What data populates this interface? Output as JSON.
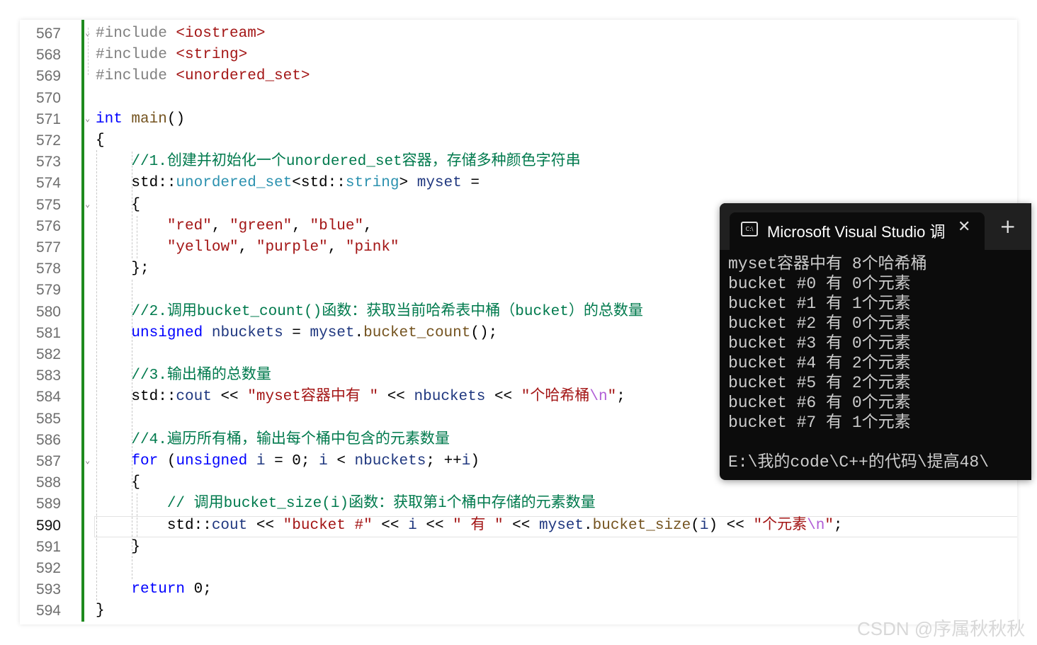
{
  "editor": {
    "current_line": 590,
    "lines": [
      {
        "n": 567,
        "fold": true,
        "tokens": [
          [
            "#include ",
            "pp"
          ],
          [
            "<iostream>",
            "s"
          ]
        ]
      },
      {
        "n": 568,
        "tokens": [
          [
            "#include ",
            "pp"
          ],
          [
            "<string>",
            "s"
          ]
        ]
      },
      {
        "n": 569,
        "tokens": [
          [
            "#include ",
            "pp"
          ],
          [
            "<unordered_set>",
            "s"
          ]
        ]
      },
      {
        "n": 570,
        "tokens": []
      },
      {
        "n": 571,
        "fold": true,
        "tokens": [
          [
            "int",
            "k"
          ],
          [
            " ",
            "p"
          ],
          [
            "main",
            "f"
          ],
          [
            "()",
            "p"
          ]
        ]
      },
      {
        "n": 572,
        "tokens": [
          [
            "{",
            "p"
          ]
        ]
      },
      {
        "n": 573,
        "tokens": [
          [
            "    ",
            "p"
          ],
          [
            "//1.创建并初始化一个unordered_set容器，存储多种颜色字符串",
            "c"
          ]
        ]
      },
      {
        "n": 574,
        "tokens": [
          [
            "    std::",
            "p"
          ],
          [
            "unordered_set",
            "t"
          ],
          [
            "<std::",
            "p"
          ],
          [
            "string",
            "t"
          ],
          [
            "> ",
            "p"
          ],
          [
            "myset",
            "v"
          ],
          [
            " =",
            "p"
          ]
        ]
      },
      {
        "n": 575,
        "fold": true,
        "tokens": [
          [
            "    {",
            "p"
          ]
        ]
      },
      {
        "n": 576,
        "tokens": [
          [
            "        ",
            "p"
          ],
          [
            "\"red\"",
            "s"
          ],
          [
            ", ",
            "p"
          ],
          [
            "\"green\"",
            "s"
          ],
          [
            ", ",
            "p"
          ],
          [
            "\"blue\"",
            "s"
          ],
          [
            ",",
            "p"
          ]
        ]
      },
      {
        "n": 577,
        "tokens": [
          [
            "        ",
            "p"
          ],
          [
            "\"yellow\"",
            "s"
          ],
          [
            ", ",
            "p"
          ],
          [
            "\"purple\"",
            "s"
          ],
          [
            ", ",
            "p"
          ],
          [
            "\"pink\"",
            "s"
          ]
        ]
      },
      {
        "n": 578,
        "tokens": [
          [
            "    };",
            "p"
          ]
        ]
      },
      {
        "n": 579,
        "tokens": []
      },
      {
        "n": 580,
        "tokens": [
          [
            "    ",
            "p"
          ],
          [
            "//2.调用bucket_count()函数：获取当前哈希表中桶（bucket）的总数量",
            "c"
          ]
        ]
      },
      {
        "n": 581,
        "tokens": [
          [
            "    ",
            "p"
          ],
          [
            "unsigned",
            "k"
          ],
          [
            " ",
            "p"
          ],
          [
            "nbuckets",
            "v"
          ],
          [
            " = ",
            "p"
          ],
          [
            "myset",
            "v"
          ],
          [
            ".",
            "p"
          ],
          [
            "bucket_count",
            "f"
          ],
          [
            "();",
            "p"
          ]
        ]
      },
      {
        "n": 582,
        "tokens": []
      },
      {
        "n": 583,
        "tokens": [
          [
            "    ",
            "p"
          ],
          [
            "//3.输出桶的总数量",
            "c"
          ]
        ]
      },
      {
        "n": 584,
        "tokens": [
          [
            "    std::",
            "p"
          ],
          [
            "cout",
            "v"
          ],
          [
            " << ",
            "p"
          ],
          [
            "\"myset容器中有 \"",
            "s"
          ],
          [
            " << ",
            "p"
          ],
          [
            "nbuckets",
            "v"
          ],
          [
            " << ",
            "p"
          ],
          [
            "\"个哈希桶",
            "s"
          ],
          [
            "\\n",
            "e"
          ],
          [
            "\"",
            "s"
          ],
          [
            ";",
            "p"
          ]
        ]
      },
      {
        "n": 585,
        "tokens": []
      },
      {
        "n": 586,
        "tokens": [
          [
            "    ",
            "p"
          ],
          [
            "//4.遍历所有桶，输出每个桶中包含的元素数量",
            "c"
          ]
        ]
      },
      {
        "n": 587,
        "fold": true,
        "tokens": [
          [
            "    ",
            "p"
          ],
          [
            "for",
            "k"
          ],
          [
            " (",
            "p"
          ],
          [
            "unsigned",
            "k"
          ],
          [
            " ",
            "p"
          ],
          [
            "i",
            "v"
          ],
          [
            " = 0; ",
            "p"
          ],
          [
            "i",
            "v"
          ],
          [
            " < ",
            "p"
          ],
          [
            "nbuckets",
            "v"
          ],
          [
            "; ++",
            "p"
          ],
          [
            "i",
            "v"
          ],
          [
            ")",
            "p"
          ]
        ]
      },
      {
        "n": 588,
        "tokens": [
          [
            "    {",
            "p"
          ]
        ]
      },
      {
        "n": 589,
        "tokens": [
          [
            "        ",
            "p"
          ],
          [
            "// 调用bucket_size(i)函数：获取第i个桶中存储的元素数量",
            "c"
          ]
        ]
      },
      {
        "n": 590,
        "tokens": [
          [
            "        std::",
            "p"
          ],
          [
            "cout",
            "v"
          ],
          [
            " << ",
            "p"
          ],
          [
            "\"bucket #\"",
            "s"
          ],
          [
            " << ",
            "p"
          ],
          [
            "i",
            "v"
          ],
          [
            " << ",
            "p"
          ],
          [
            "\" 有 \"",
            "s"
          ],
          [
            " << ",
            "p"
          ],
          [
            "myset",
            "v"
          ],
          [
            ".",
            "p"
          ],
          [
            "bucket_size",
            "f"
          ],
          [
            "(",
            "p"
          ],
          [
            "i",
            "v"
          ],
          [
            ") << ",
            "p"
          ],
          [
            "\"个元素",
            "s"
          ],
          [
            "\\n",
            "e"
          ],
          [
            "\"",
            "s"
          ],
          [
            ";",
            "p"
          ]
        ]
      },
      {
        "n": 591,
        "tokens": [
          [
            "    }",
            "p"
          ]
        ]
      },
      {
        "n": 592,
        "tokens": []
      },
      {
        "n": 593,
        "tokens": [
          [
            "    ",
            "p"
          ],
          [
            "return",
            "k"
          ],
          [
            " 0;",
            "p"
          ]
        ]
      },
      {
        "n": 594,
        "tokens": [
          [
            "}",
            "p"
          ]
        ]
      }
    ]
  },
  "terminal": {
    "tab_title": "Microsoft Visual Studio 调试控制台",
    "tab_icon": "console-icon",
    "close_glyph": "✕",
    "new_tab_glyph": "+",
    "output": [
      "myset容器中有 8个哈希桶",
      "bucket #0 有 0个元素",
      "bucket #1 有 1个元素",
      "bucket #2 有 0个元素",
      "bucket #3 有 0个元素",
      "bucket #4 有 2个元素",
      "bucket #5 有 2个元素",
      "bucket #6 有 0个元素",
      "bucket #7 有 1个元素",
      "",
      "E:\\我的code\\C++的代码\\提高48\\"
    ]
  },
  "watermark": "CSDN @序属秋秋秋"
}
